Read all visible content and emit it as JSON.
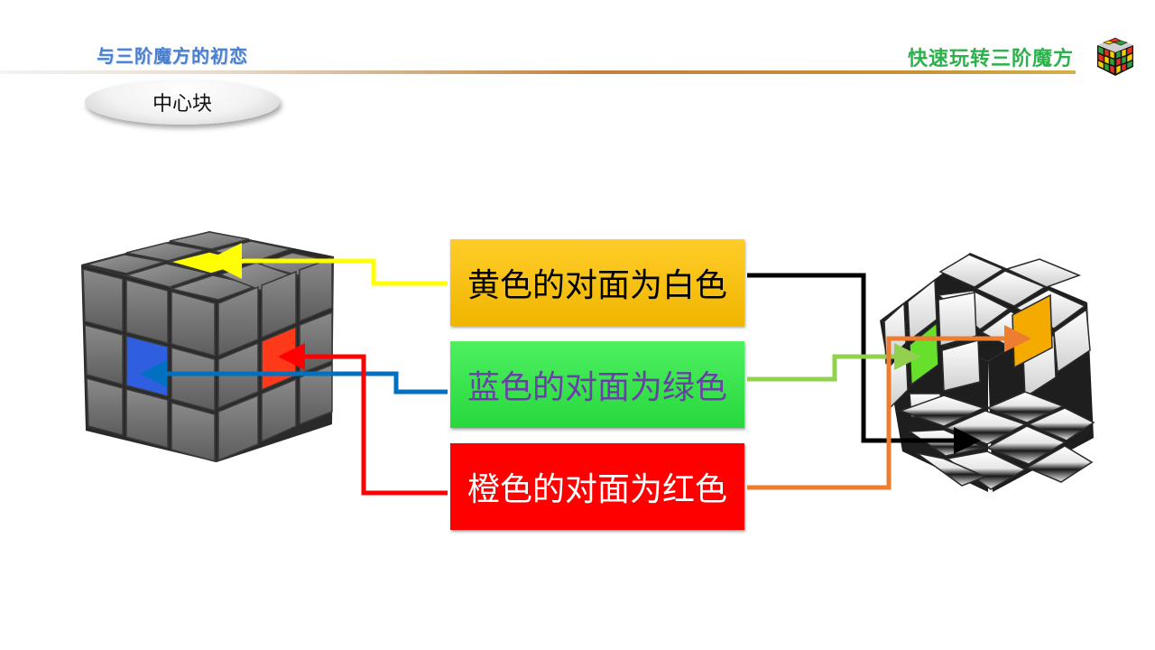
{
  "header": {
    "title": "与三阶魔方的初恋",
    "brand": "快速玩转三阶魔方"
  },
  "section": {
    "label": "中心块"
  },
  "pairs": [
    {
      "text": "黄色的对面为白色",
      "box_color": "#f5bd00",
      "text_color": "#000000",
      "arrow_color": "#000000"
    },
    {
      "text": "蓝色的对面为绿色",
      "box_color": "#2ede45",
      "text_color": "#6a3fa8",
      "arrow_color": "#92d050"
    },
    {
      "text": "橙色的对面为红色",
      "box_color": "#fe0000",
      "text_color": "#ffffff",
      "arrow_color": "#ed7d31"
    }
  ],
  "connectors": {
    "yellow_line": "#ffff00",
    "blue_line": "#0070c0",
    "red_line": "#ff0000"
  },
  "cube_left": {
    "top_center": "#ffff00",
    "front_center": "#2f5fe0",
    "right_center": "#ff3a1a"
  },
  "cube_right": {
    "left_center": "#66e02a",
    "top_center": "#f5aa00",
    "hidden_center": "#ffffff"
  }
}
